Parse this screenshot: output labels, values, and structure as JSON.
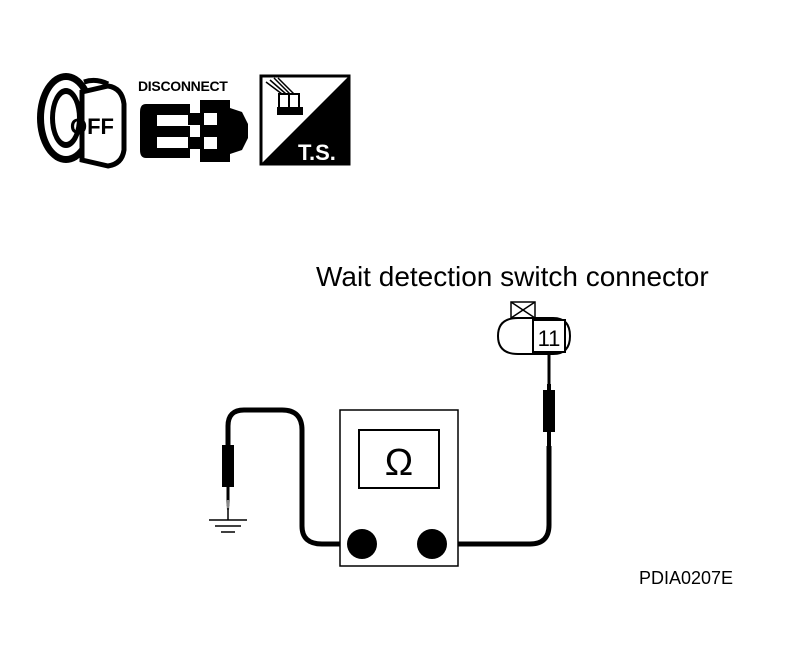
{
  "icons": {
    "ignition": {
      "label": "OFF",
      "icon": "ignition-key-off-icon"
    },
    "disconnect": {
      "label": "DISCONNECT",
      "icon": "disconnect-connector-icon"
    },
    "tester": {
      "label": "T.S.",
      "icon": "terminal-side-tester-icon"
    }
  },
  "connector": {
    "title": "Wait detection switch connector",
    "terminal": "11"
  },
  "meter": {
    "symbol": "Ω"
  },
  "figure_id": "PDIA0207E",
  "colors": {
    "ink": "#000000",
    "paper": "#ffffff",
    "probe_tip": "#888888"
  }
}
